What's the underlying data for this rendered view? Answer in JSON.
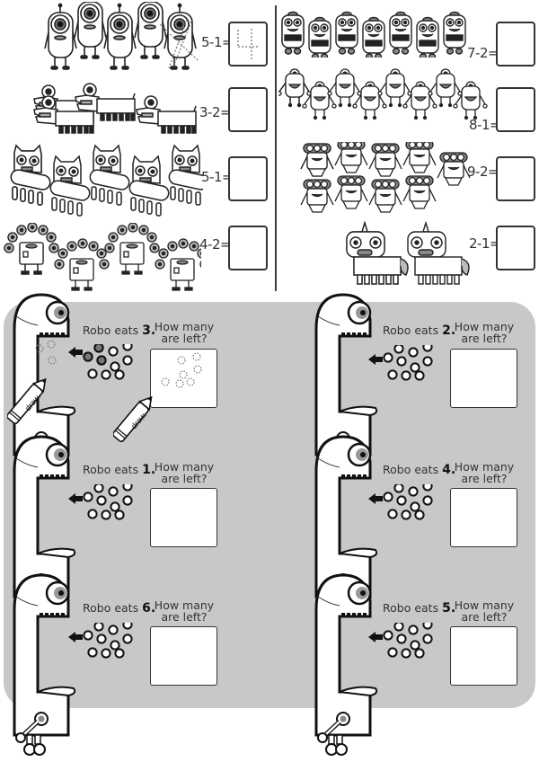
{
  "worksheet": {
    "top_section": {
      "left_column": [
        {
          "picture": "one-eyed-robots",
          "count": 5,
          "crossed_out": 1,
          "equation": "5-1=",
          "answer_traced": "4"
        },
        {
          "picture": "robot-dogs",
          "count": 3,
          "crossed_out": 0,
          "equation": "3-2=",
          "answer_traced": ""
        },
        {
          "picture": "robot-cats",
          "count": 5,
          "crossed_out": 0,
          "equation": "5-1=",
          "answer_traced": ""
        },
        {
          "picture": "peacock-robots",
          "count": 4,
          "crossed_out": 0,
          "equation": "4-2=",
          "answer_traced": ""
        }
      ],
      "right_column": [
        {
          "picture": "square-robots",
          "count": 7,
          "crossed_out": 0,
          "equation": "7-2=",
          "answer_traced": ""
        },
        {
          "picture": "antenna-robots",
          "count": 8,
          "crossed_out": 0,
          "equation": "8-1=",
          "answer_traced": ""
        },
        {
          "picture": "three-eyed-robots",
          "count": 9,
          "crossed_out": 0,
          "equation": "9-2=",
          "answer_traced": ""
        },
        {
          "picture": "unicorn-robots",
          "count": 2,
          "crossed_out": 0,
          "equation": "2-1=",
          "answer_traced": ""
        }
      ]
    },
    "robo_section": {
      "question": "How many are left?",
      "question_line1": "How many",
      "question_line2": "are left?",
      "robo_prefix": "Robo eats",
      "dots_per_problem": 10,
      "pencil_label": "draw.",
      "problems": [
        {
          "eats": "3.",
          "eaten_value": 3,
          "is_example": true
        },
        {
          "eats": "2.",
          "eaten_value": 2,
          "is_example": false
        },
        {
          "eats": "1.",
          "eaten_value": 1,
          "is_example": false
        },
        {
          "eats": "4.",
          "eaten_value": 4,
          "is_example": false
        },
        {
          "eats": "6.",
          "eaten_value": 6,
          "is_example": false
        },
        {
          "eats": "5.",
          "eaten_value": 5,
          "is_example": false
        }
      ]
    },
    "colors": {
      "panel_gray": "#c8c8c8",
      "ink": "#222222",
      "eaten_dot": "#777777"
    }
  }
}
